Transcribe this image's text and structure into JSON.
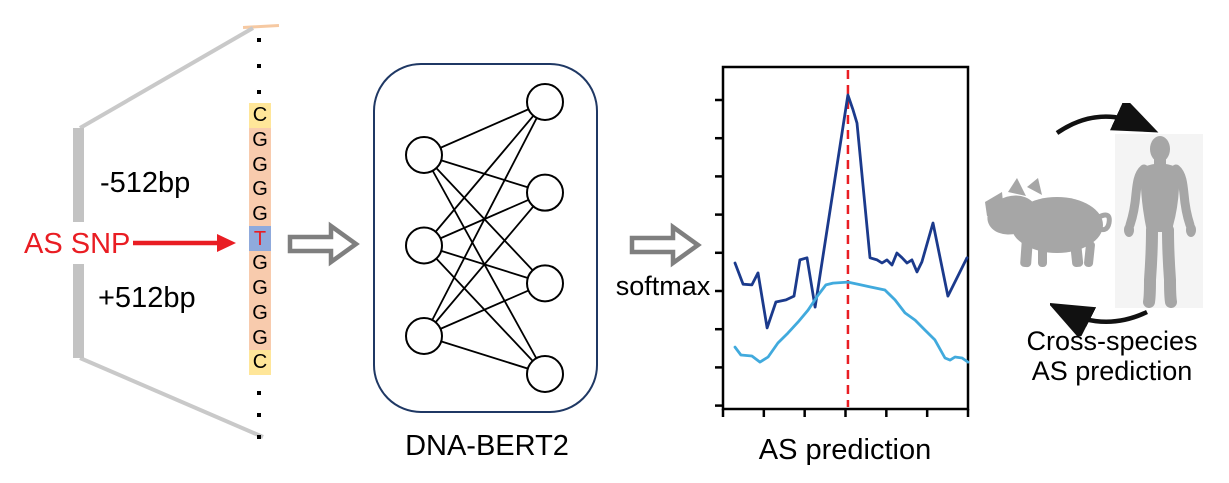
{
  "input_panel": {
    "upstream_label": "-512bp",
    "downstream_label": "+512bp",
    "snp_label": "AS SNP",
    "accent_red": "#e91d23",
    "bracket_color": "#c6c6c6",
    "sequence": {
      "letters": [
        "C",
        "G",
        "G",
        "G",
        "G",
        "T",
        "G",
        "G",
        "G",
        "G",
        "C"
      ],
      "snp_index": 5,
      "cell_colors": [
        "#ffe699",
        "#f8cbad",
        "#f8cbad",
        "#f8cbad",
        "#f8cbad",
        "#8faadc",
        "#f8cbad",
        "#f8cbad",
        "#f8cbad",
        "#f8cbad",
        "#ffe699"
      ],
      "snp_letter_color": "#e91d23",
      "base_letter_color": "#000000"
    }
  },
  "model": {
    "label": "DNA-BERT2",
    "border_color": "#1f3864",
    "left_nodes": 3,
    "right_nodes": 4,
    "node_color": "#ffffff",
    "edge_color": "#000000"
  },
  "flow": {
    "softmax_label": "softmax",
    "block_arrow_color": "#7f7f7f"
  },
  "chart_data": {
    "type": "line",
    "title": "AS prediction",
    "xlabel": "",
    "ylabel": "",
    "grid": false,
    "x_ticks": 7,
    "y_ticks": 9,
    "tick_labels_visible": false,
    "vline": {
      "x_fraction": 0.51,
      "style": "dashed",
      "color": "#e91d23"
    },
    "series": [
      {
        "name": "dark_blue",
        "color": "#1b3a8c",
        "points": [
          [
            0.049,
            0.427
          ],
          [
            0.082,
            0.365
          ],
          [
            0.118,
            0.363
          ],
          [
            0.143,
            0.398
          ],
          [
            0.18,
            0.237
          ],
          [
            0.216,
            0.313
          ],
          [
            0.257,
            0.319
          ],
          [
            0.29,
            0.33
          ],
          [
            0.314,
            0.436
          ],
          [
            0.343,
            0.442
          ],
          [
            0.376,
            0.298
          ],
          [
            0.51,
            0.918
          ],
          [
            0.531,
            0.874
          ],
          [
            0.547,
            0.836
          ],
          [
            0.6,
            0.442
          ],
          [
            0.629,
            0.436
          ],
          [
            0.649,
            0.427
          ],
          [
            0.669,
            0.436
          ],
          [
            0.69,
            0.421
          ],
          [
            0.71,
            0.456
          ],
          [
            0.731,
            0.442
          ],
          [
            0.751,
            0.427
          ],
          [
            0.771,
            0.436
          ],
          [
            0.792,
            0.401
          ],
          [
            0.812,
            0.43
          ],
          [
            0.857,
            0.544
          ],
          [
            0.918,
            0.33
          ],
          [
            0.996,
            0.442
          ]
        ]
      },
      {
        "name": "light_blue",
        "color": "#41aadd",
        "points": [
          [
            0.049,
            0.181
          ],
          [
            0.073,
            0.158
          ],
          [
            0.118,
            0.155
          ],
          [
            0.151,
            0.137
          ],
          [
            0.184,
            0.152
          ],
          [
            0.224,
            0.193
          ],
          [
            0.265,
            0.222
          ],
          [
            0.306,
            0.254
          ],
          [
            0.347,
            0.289
          ],
          [
            0.388,
            0.333
          ],
          [
            0.42,
            0.363
          ],
          [
            0.449,
            0.368
          ],
          [
            0.51,
            0.371
          ],
          [
            0.551,
            0.365
          ],
          [
            0.6,
            0.357
          ],
          [
            0.661,
            0.348
          ],
          [
            0.702,
            0.319
          ],
          [
            0.743,
            0.281
          ],
          [
            0.784,
            0.26
          ],
          [
            0.824,
            0.231
          ],
          [
            0.865,
            0.202
          ],
          [
            0.906,
            0.149
          ],
          [
            0.927,
            0.143
          ],
          [
            0.947,
            0.152
          ],
          [
            0.976,
            0.149
          ],
          [
            1.0,
            0.137
          ]
        ]
      }
    ]
  },
  "cross_species": {
    "caption_line1": "Cross-species",
    "caption_line2": "AS prediction",
    "species": [
      "pig",
      "human"
    ],
    "silhouette_color": "#a6a6a6",
    "arrow_color": "#111111"
  }
}
